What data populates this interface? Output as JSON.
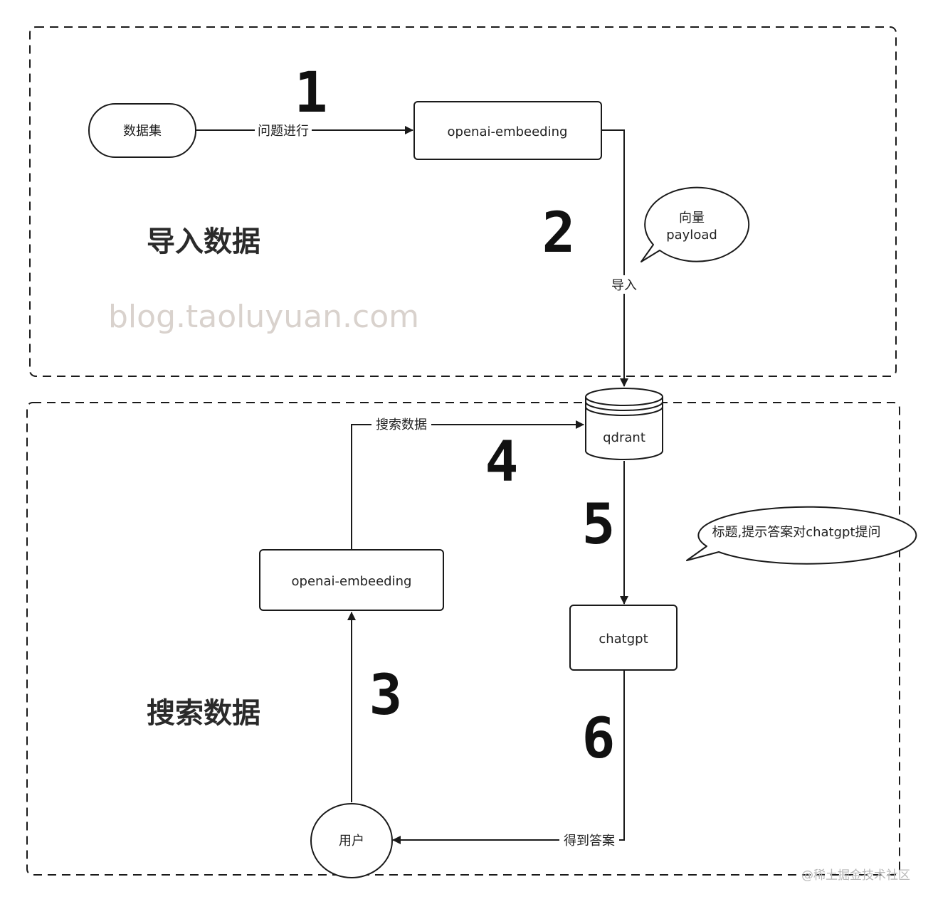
{
  "sections": {
    "import": {
      "title": "导入数据"
    },
    "search": {
      "title": "搜索数据"
    }
  },
  "watermark": "blog.taoluyuan.com",
  "footer": "@稀土掘金技术社区",
  "nodes": {
    "dataset": "数据集",
    "embedding_top": "openai-embeeding",
    "qdrant": "qdrant",
    "embedding_bottom": "openai-embeeding",
    "chatgpt": "chatgpt",
    "user": "用户"
  },
  "callouts": {
    "vector": {
      "line1": "向量",
      "line2": "payload"
    },
    "prompt": "标题,提示答案对chatgpt提问"
  },
  "edges": {
    "dataset_to_embedding": "问题进行",
    "embedding_to_qdrant": "导入",
    "embedding_to_qdrant_search": "搜索数据",
    "chatgpt_to_user": "得到答案"
  },
  "steps": {
    "s1": "1",
    "s2": "2",
    "s3": "3",
    "s4": "4",
    "s5": "5",
    "s6": "6"
  },
  "colors": {
    "stroke": "#1a1a1a",
    "watermark": "#d9d2cd"
  }
}
